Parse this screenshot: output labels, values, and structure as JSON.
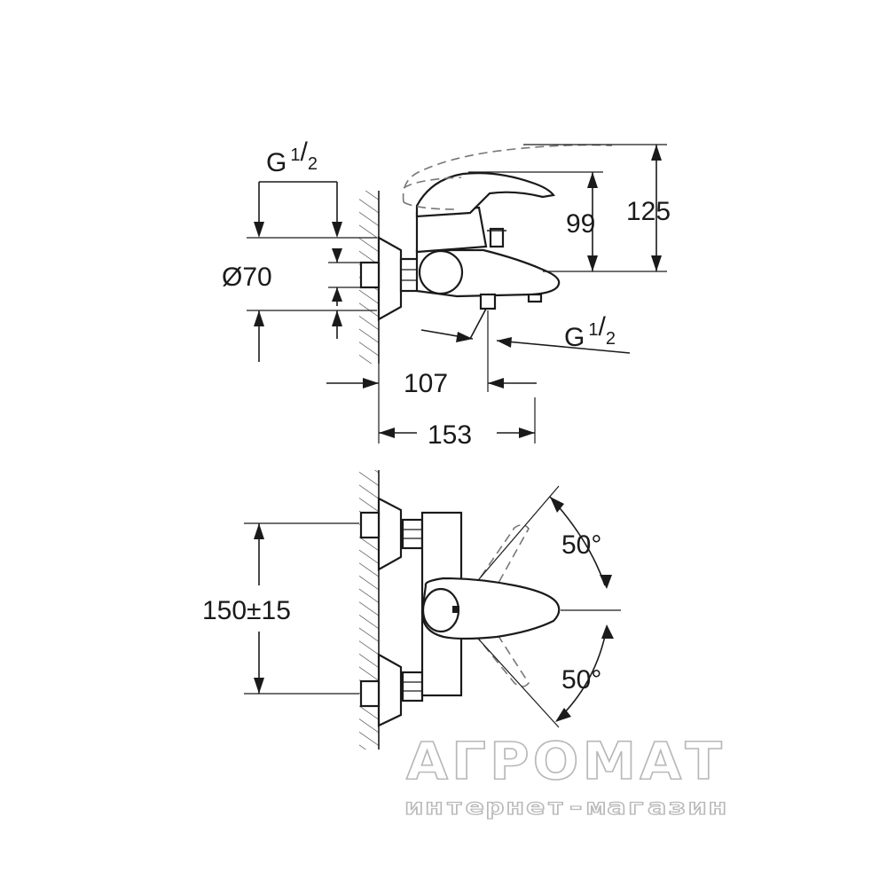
{
  "side_view": {
    "thread_top": {
      "base": "G",
      "num": "1",
      "den": "2"
    },
    "diameter": "Ø70",
    "thread_bottom": {
      "base": "G",
      "num": "1",
      "den": "2"
    },
    "dim_99": "99",
    "dim_125": "125",
    "dim_107": "107",
    "dim_153": "153"
  },
  "front_view": {
    "centers": "150±15",
    "angle_up": "50°",
    "angle_down": "50°"
  },
  "watermark": {
    "name": "АГРОМАТ",
    "tagline": "интернет-магазин"
  }
}
